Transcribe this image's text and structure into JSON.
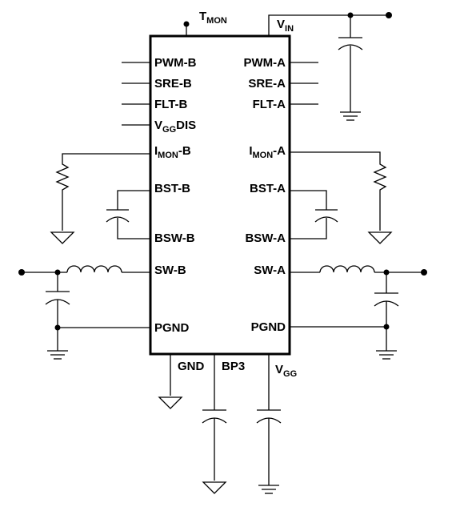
{
  "pins": {
    "top": {
      "tmon": {
        "main": "T",
        "sub": "MON"
      },
      "vin": {
        "main": "V",
        "sub": "IN"
      }
    },
    "left": {
      "pwm_b": "PWM-B",
      "sre_b": "SRE-B",
      "flt_b": "FLT-B",
      "vggdis": {
        "main": "V",
        "sub": "GG",
        "suffix": "DIS"
      },
      "imon_b": {
        "main": "I",
        "sub": "MON",
        "suffix": "-B"
      },
      "bst_b": "BST-B",
      "bsw_b": "BSW-B",
      "sw_b": "SW-B",
      "pgnd": "PGND"
    },
    "right": {
      "pwm_a": "PWM-A",
      "sre_a": "SRE-A",
      "flt_a": "FLT-A",
      "imon_a": {
        "main": "I",
        "sub": "MON",
        "suffix": "-A"
      },
      "bst_a": "BST-A",
      "bsw_a": "BSW-A",
      "sw_a": "SW-A",
      "pgnd": "PGND"
    },
    "bottom": {
      "gnd": "GND",
      "bp3": "BP3",
      "vgg": {
        "main": "V",
        "sub": "GG"
      }
    }
  }
}
